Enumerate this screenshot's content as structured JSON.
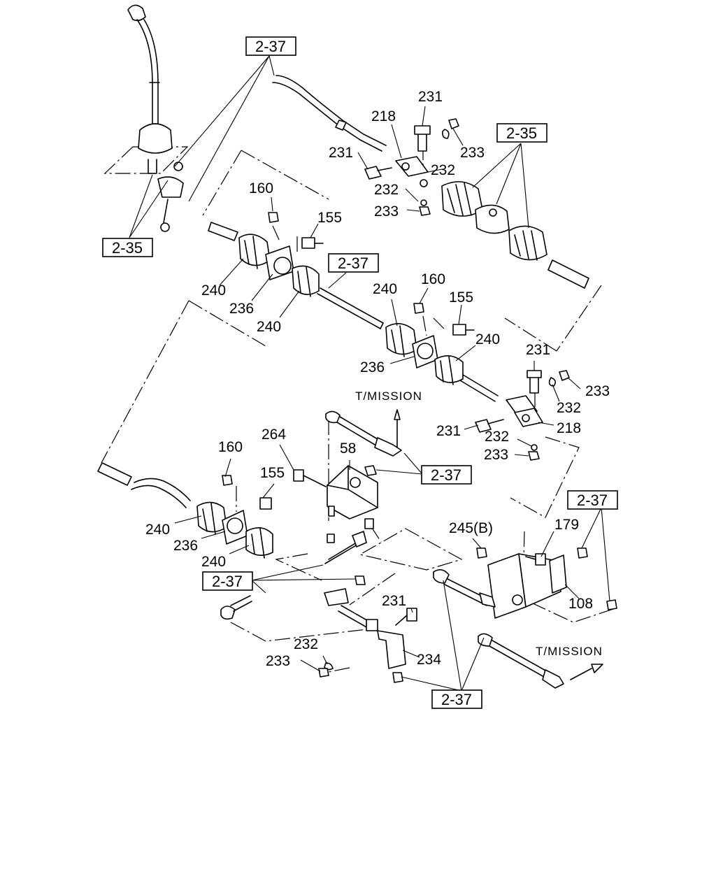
{
  "diagram": {
    "references": [
      "2-37",
      "2-35",
      "2-35",
      "2-37",
      "2-37",
      "2-37",
      "2-37",
      "2-37"
    ],
    "destinations": [
      "T/MISSION",
      "T/MISSION"
    ],
    "parts": {
      "p231a": "231",
      "p218a": "218",
      "p231b": "231",
      "p233a": "233",
      "p232a": "232",
      "p232b": "232",
      "p233b": "233",
      "p160a": "160",
      "p155a": "155",
      "p240a": "240",
      "p236a": "236",
      "p240b": "240",
      "p240c": "240",
      "p160b": "160",
      "p155b": "155",
      "p240d": "240",
      "p236b": "236",
      "p231c": "231",
      "p233c": "233",
      "p232c": "232",
      "p231d": "231",
      "p218b": "218",
      "p232d": "232",
      "p233d": "233",
      "p264": "264",
      "p58": "58",
      "p160c": "160",
      "p155c": "155",
      "p240e": "240",
      "p236c": "236",
      "p240f": "240",
      "p245": "245(B)",
      "p179": "179",
      "p108": "108",
      "p231e": "231",
      "p232e": "232",
      "p233e": "233",
      "p234": "234"
    }
  }
}
